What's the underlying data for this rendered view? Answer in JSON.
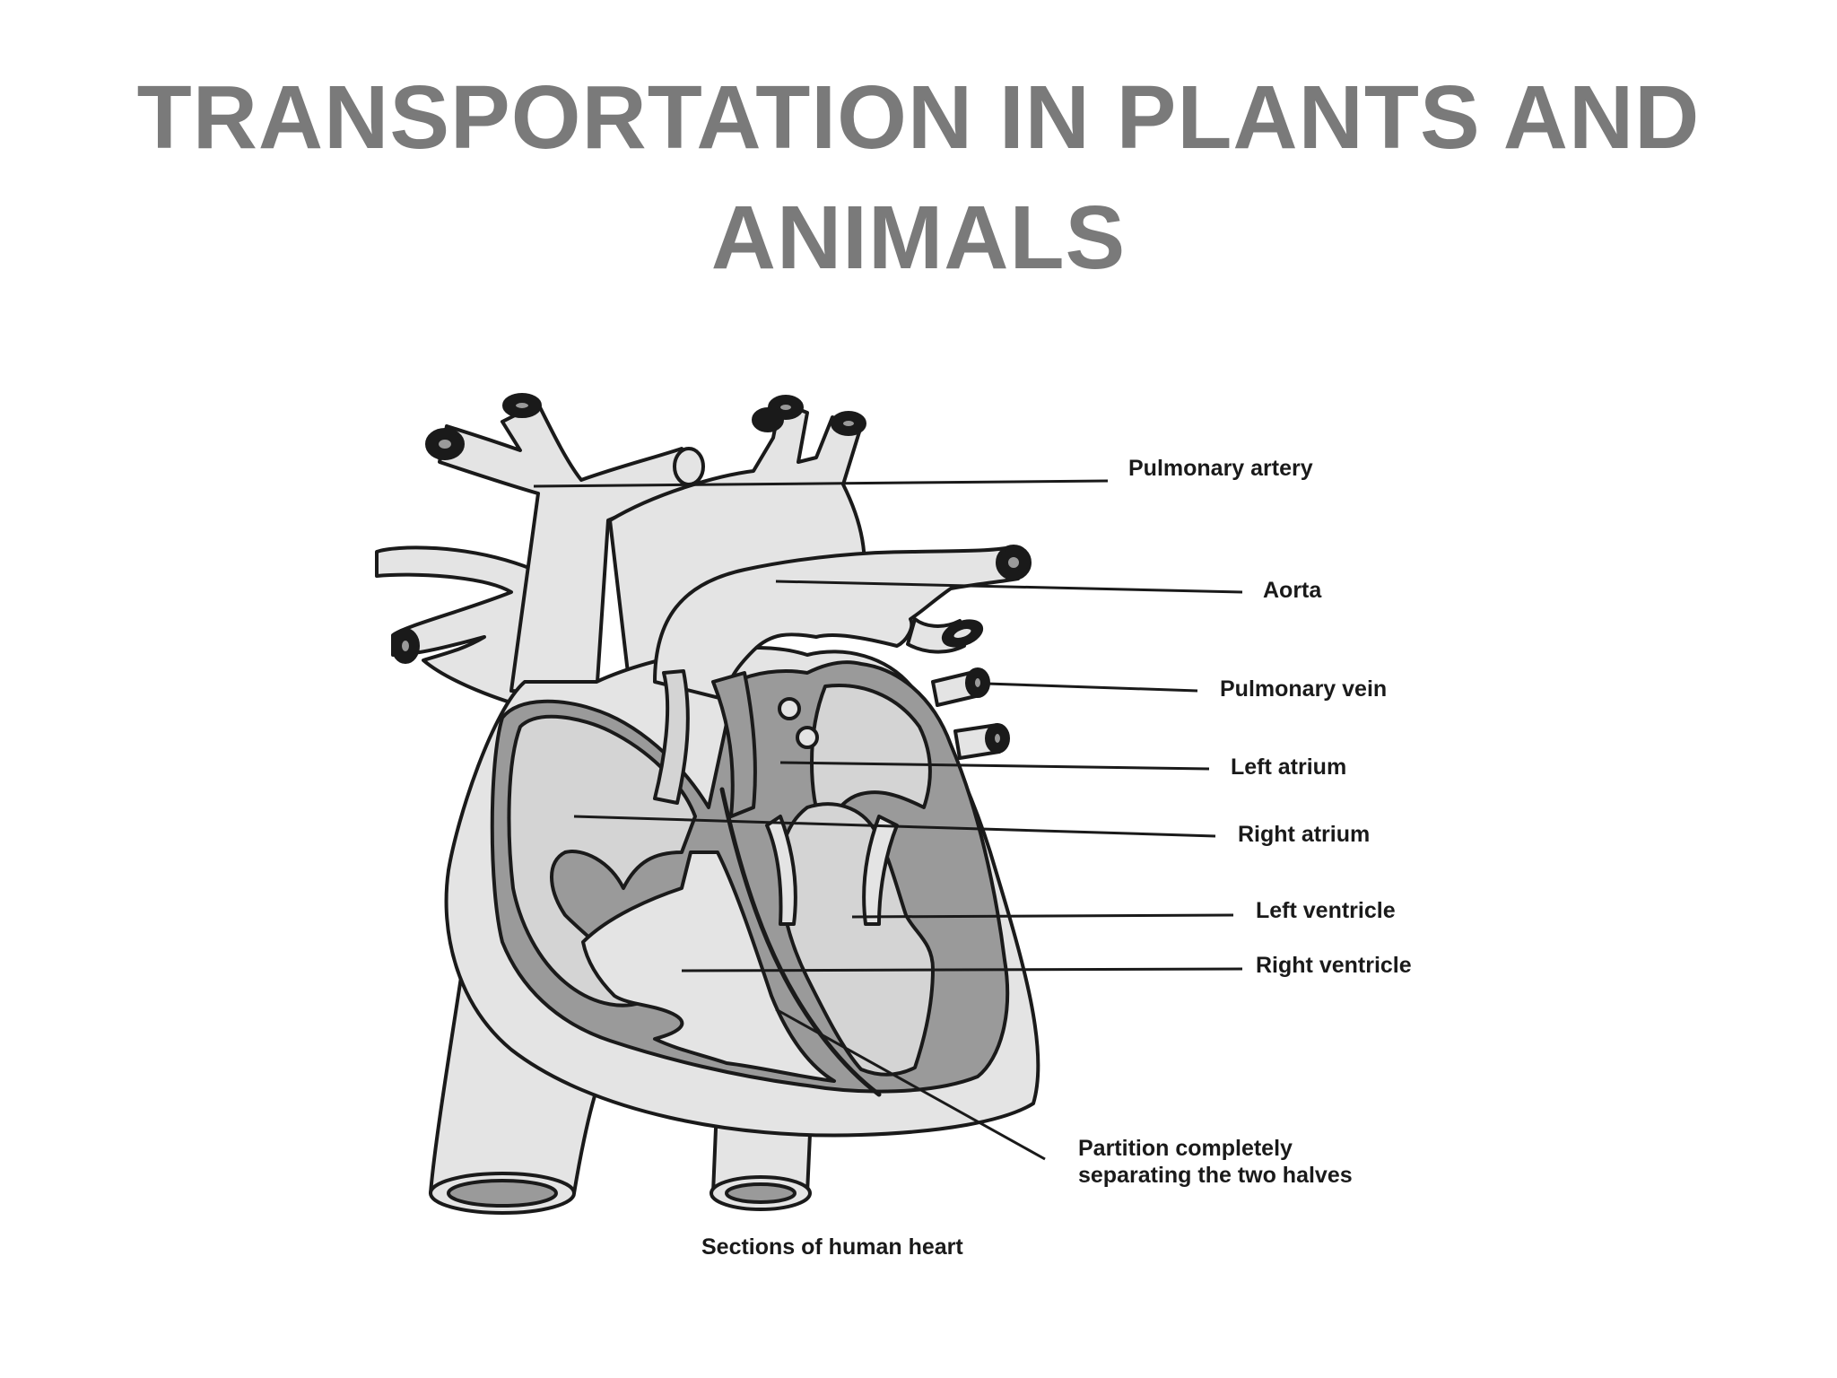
{
  "slide": {
    "title_line1": "TRANSPORTATION IN PLANTS AND",
    "title_line2": "ANIMALS"
  },
  "diagram": {
    "labels": {
      "pulmonary_artery": "Pulmonary artery",
      "aorta": "Aorta",
      "pulmonary_vein": "Pulmonary vein",
      "left_atrium": "Left atrium",
      "right_atrium": "Right atrium",
      "left_ventricle": "Left ventricle",
      "right_ventricle": "Right ventricle",
      "partition_line1": "Partition completely",
      "partition_line2": "separating the two halves"
    },
    "caption": "Sections of human heart",
    "colors": {
      "outline": "#1a1a1a",
      "vessel_fill": "#e4e4e4",
      "muscle_fill": "#9a9a9a",
      "chamber_fill": "#d4d4d4",
      "title": "#7a7a7a"
    }
  }
}
